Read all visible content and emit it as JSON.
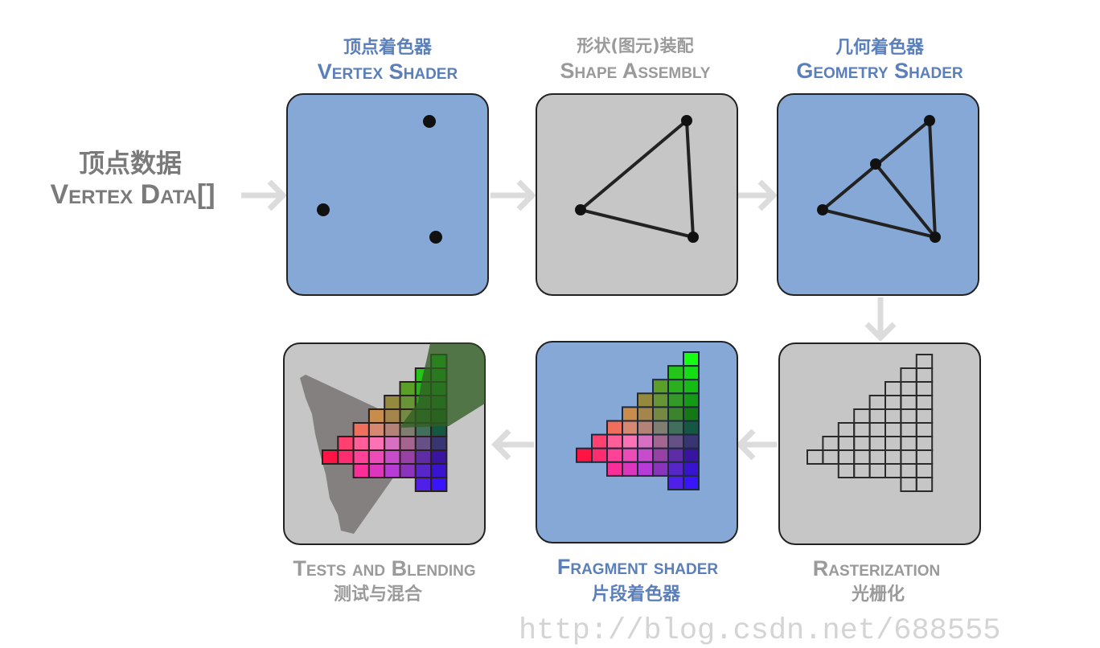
{
  "colors": {
    "shader_panel": "#86a8d6",
    "fixed_panel": "#c6c6c6",
    "shader_label": "#5a7fba",
    "fixed_label": "#9a9a9a",
    "arrow": "#dcdcdc"
  },
  "input": {
    "cn": "顶点数据",
    "en": "Vertex Data[]"
  },
  "stages": [
    {
      "cn": "顶点着色器",
      "en": "Vertex Shader",
      "type": "shader"
    },
    {
      "cn": "形状(图元)装配",
      "en": "Shape Assembly",
      "type": "fixed"
    },
    {
      "cn": "几何着色器",
      "en": "Geometry Shader",
      "type": "shader"
    },
    {
      "cn": "光栅化",
      "en": "Rasterization",
      "type": "fixed"
    },
    {
      "cn": "片段着色器",
      "en": "Fragment shader",
      "type": "shader"
    },
    {
      "cn": "测试与混合",
      "en": "Tests and Blending",
      "type": "fixed"
    }
  ],
  "watermark": "http://blog.csdn.net/688555"
}
